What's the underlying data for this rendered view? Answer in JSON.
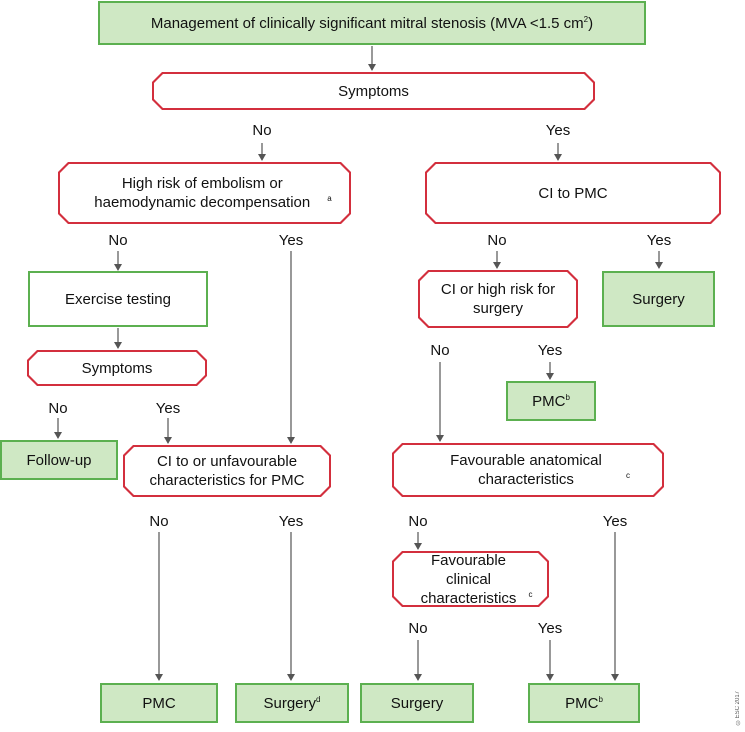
{
  "title": "Management of clinically significant mitral stenosis (MVA <1.5 cm",
  "title_sup": "2",
  "title_end": ")",
  "nodes": {
    "symptoms_top": "Symptoms",
    "high_risk": "High risk of embolism or haemodynamic decompensation",
    "high_risk_sup": "a",
    "ci_to_pmc": "CI to PMC",
    "exercise_testing": "Exercise testing",
    "symptoms_left": "Symptoms",
    "ci_high_risk_surgery": "CI or high risk for surgery",
    "surgery_right_top": "Surgery",
    "pmc_b_mid": "PMC",
    "pmc_b_mid_sup": "b",
    "follow_up": "Follow-up",
    "ci_unfavourable": "CI to or unfavourable characteristics for PMC",
    "favourable_anatomical": "Favourable anatomical characteristics",
    "favourable_anatomical_sup": "c",
    "favourable_clinical": "Favourable clinical characteristics",
    "favourable_clinical_sup": "c",
    "pmc_bottom": "PMC",
    "surgery_d": "Surgery",
    "surgery_d_sup": "d",
    "surgery_bottom": "Surgery",
    "pmc_b_bottom": "PMC",
    "pmc_b_bottom_sup": "b"
  },
  "labels": {
    "no": "No",
    "yes": "Yes"
  },
  "copyright": "©ESC 2017",
  "colors": {
    "green_border": "#5cb050",
    "green_fill": "#cfe8c4",
    "red_border": "#d32f3d",
    "arrow": "#555555"
  }
}
